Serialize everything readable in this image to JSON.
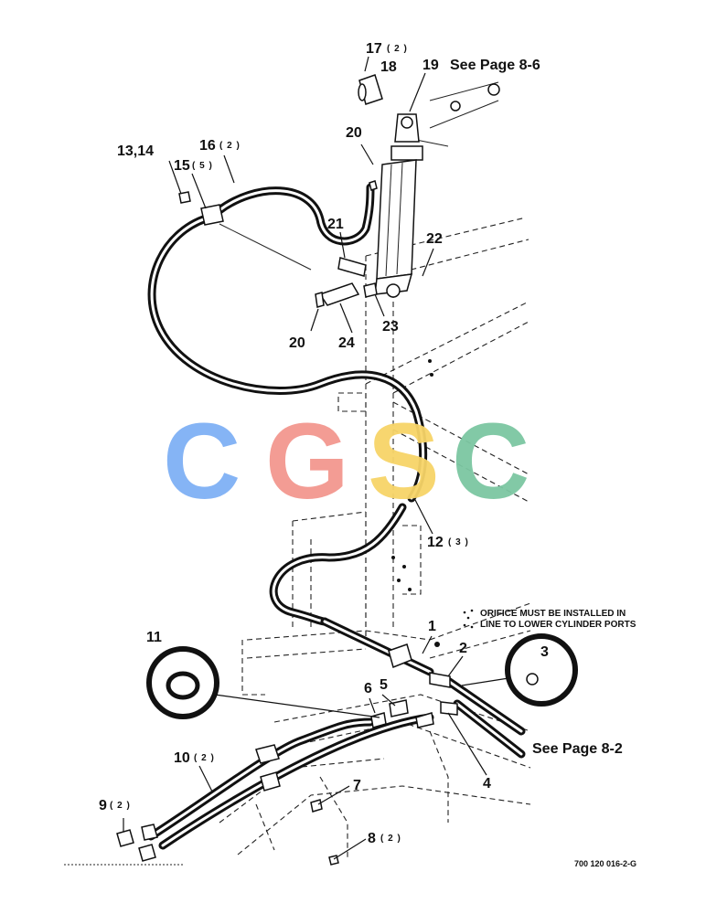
{
  "callouts": {
    "c17": "17",
    "c17q": "( 2 )",
    "c18": "18",
    "c19": "19",
    "c19ref": "See Page 8-6",
    "c20a": "20",
    "c20b": "20",
    "c13": "13,14",
    "c15": "15",
    "c15q": "( 5 )",
    "c16": "16",
    "c16q": "( 2 )",
    "c21": "21",
    "c22": "22",
    "c23": "23",
    "c24": "24",
    "c12": "12",
    "c12q": "( 3 )",
    "c1": "1",
    "c2": "2",
    "c3": "3",
    "c4": "4",
    "c5": "5",
    "c6": "6",
    "c7": "7",
    "c8": "8",
    "c8q": "( 2 )",
    "c9": "9",
    "c9q": "( 2 )",
    "c10": "10",
    "c10q": "( 2 )",
    "c11": "11"
  },
  "notes": {
    "orifice_line1": "ORIFICE MUST BE INSTALLED IN",
    "orifice_line2": "LINE TO LOWER CYLINDER PORTS",
    "see_page_82": "See Page 8-2"
  },
  "figure_code": "700 120 016-2-G",
  "watermark": {
    "letters": [
      "C",
      "G",
      "S",
      "C"
    ],
    "colors": [
      "#7fb0f5",
      "#f3978f",
      "#f7d468",
      "#7cc7a2"
    ]
  }
}
